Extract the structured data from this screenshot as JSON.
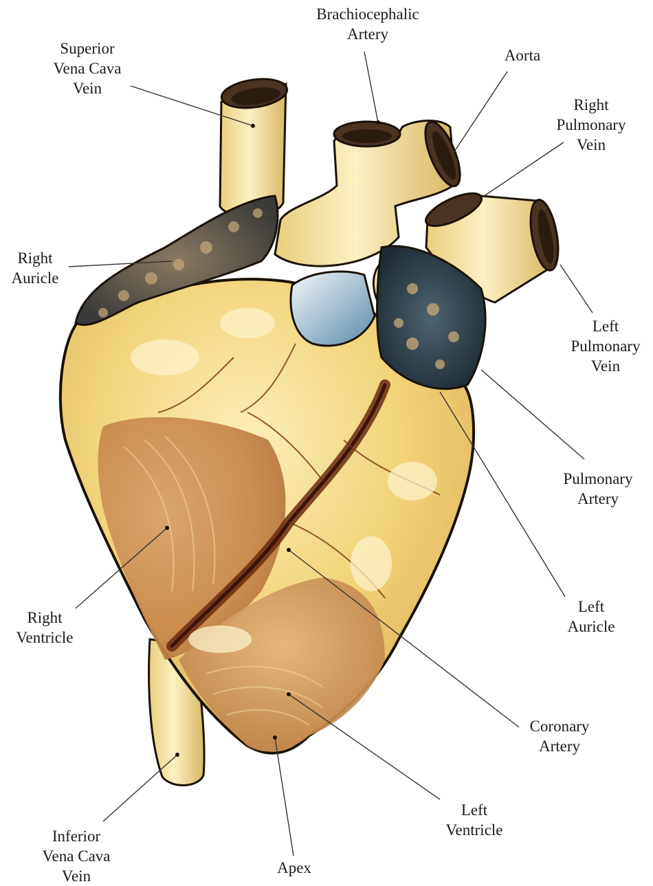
{
  "diagram": {
    "labels": {
      "superior_vena_cava": [
        "Superior",
        "Vena Cava",
        "Vein"
      ],
      "brachiocephalic_artery": [
        "Brachiocephalic",
        "Artery"
      ],
      "aorta": [
        "Aorta"
      ],
      "right_pulmonary_vein": [
        "Right",
        "Pulmonary",
        "Vein"
      ],
      "right_auricle": [
        "Right",
        "Auricle"
      ],
      "left_pulmonary_vein": [
        "Left",
        "Pulmonary",
        "Vein"
      ],
      "pulmonary_artery": [
        "Pulmonary",
        "Artery"
      ],
      "left_auricle": [
        "Left",
        "Auricle"
      ],
      "right_ventricle": [
        "Right",
        "Ventricle"
      ],
      "coronary_artery": [
        "Coronary",
        "Artery"
      ],
      "left_ventricle": [
        "Left",
        "Ventricle"
      ],
      "inferior_vena_cava": [
        "Inferior",
        "Vena Cava",
        "Vein"
      ],
      "apex": [
        "Apex"
      ]
    },
    "colors": {
      "heart_body": "#f2d47a",
      "heart_light": "#f8e7a6",
      "ventricle_muscle": "#c8874a",
      "coronary_dark": "#6b2a10",
      "auricle_dark": "#3f4a52",
      "vessel_fill": "#f3e2a0",
      "vessel_shadow": "#4a3320",
      "pulmonary_blue": "#dfe7ee",
      "outline": "#1a1208",
      "leader_line": "#333333"
    }
  }
}
